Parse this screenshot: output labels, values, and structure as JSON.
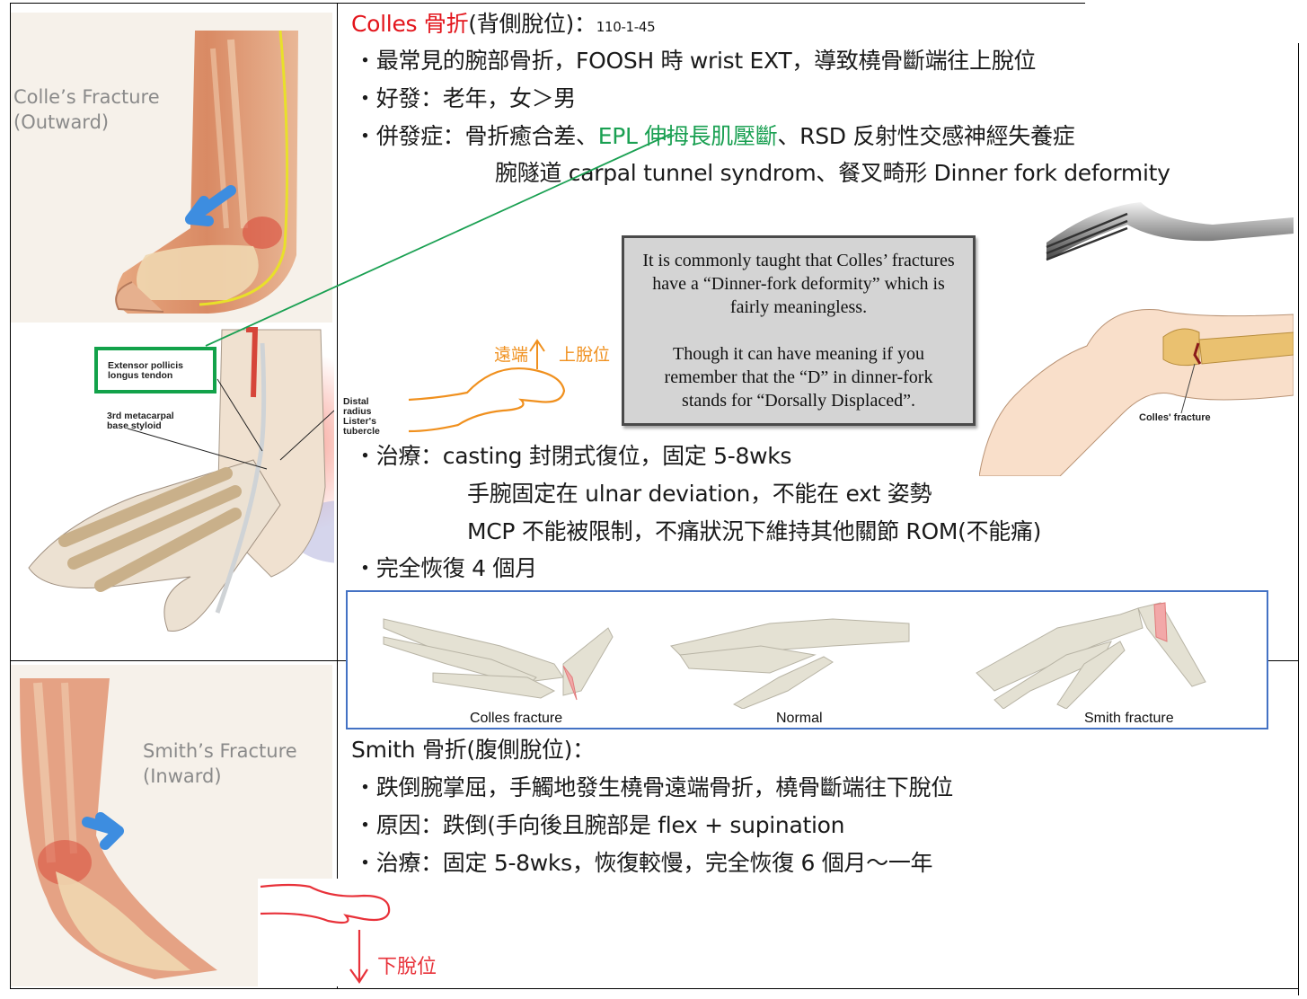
{
  "colles": {
    "title_red": "Colles 骨折",
    "title_black": "(背側脫位)：",
    "ref_code": "110-1-45",
    "bullets": [
      "・最常見的腕部骨折，FOOSH 時 wrist EXT，導致橈骨斷端往上脫位",
      "・好發：老年，女＞男"
    ],
    "complication_prefix": "・併發症：骨折癒合差、",
    "complication_green": "EPL 伸拇長肌壓斷",
    "complication_suffix": "、RSD 反射性交感神經失養症",
    "complication_line2": "腕隧道 carpal tunnel syndrom、餐叉畸形 Dinner fork deformity",
    "treatment_lines": [
      "・治療：casting 封閉式復位，固定 5-8wks",
      "手腕固定在 ulnar deviation，不能在 ext 姿勢",
      "MCP 不能被限制，不痛狀況下維持其他關節 ROM(不能痛)"
    ],
    "recovery": "・完全恢復 4 個月",
    "handwritten_note": {
      "distal": "遠端",
      "upward": "上脫位"
    }
  },
  "quote_box": {
    "paragraph1": "It is commonly taught that Colles’ fractures have a “Dinner-fork deformity” which is fairly meaningless.",
    "paragraph2": "Though it can have meaning if you remember that the “D” in dinner-fork stands for “Dorsally Displaced”."
  },
  "right_illustration": {
    "label": "Colles' fracture"
  },
  "left_illustrations": {
    "colles_caption": "Colle’s Fracture\n(Outward)",
    "smith_caption": "Smith’s Fracture\n(Inward)",
    "epl_labels": {
      "epl": "Extensor pollicis\nlongus tendon",
      "metacarpal": "3rd metacarpal\nbase styloid",
      "radius": "Distal\nradius\nLister's\ntubercle"
    }
  },
  "comparison": {
    "labels": [
      "Colles fracture",
      "Normal",
      "Smith fracture"
    ]
  },
  "smith": {
    "title": "Smith 骨折(腹側脫位)：",
    "bullets": [
      "・跌倒腕掌屈，手觸地發生橈骨遠端骨折，橈骨斷端往下脫位",
      "・原因：跌倒(手向後且腕部是 flex + supination",
      "・治療：固定 5-8wks，恢復較慢，完全恢復 6 個月～一年"
    ],
    "handwritten_note": {
      "downward": "下脫位"
    }
  },
  "colors": {
    "red": "#e3141b",
    "green": "#1aa052",
    "blue_frame": "#4472c4",
    "orange_note": "#f0901e",
    "red_note": "#e8323a"
  }
}
